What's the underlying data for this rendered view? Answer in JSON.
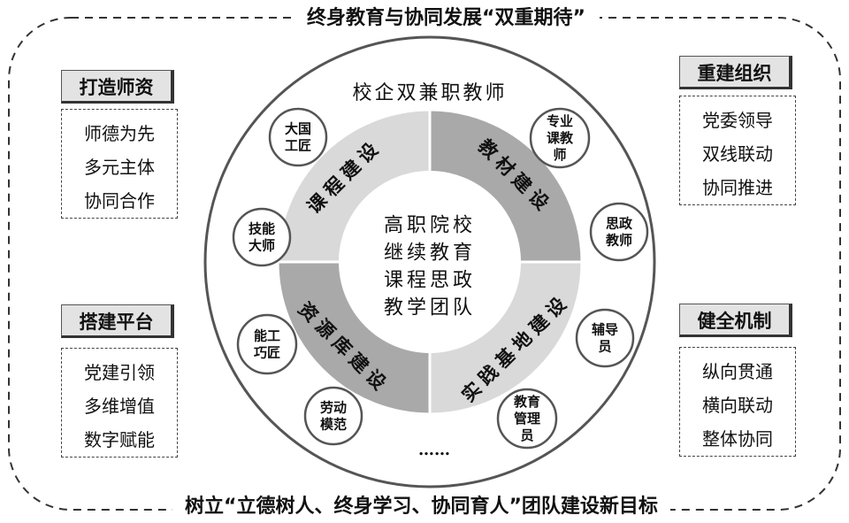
{
  "title_top": "终身教育与协同发展“双重期待”",
  "title_bottom": "树立“立德树人、终身学习、协同育人”团队建设新目标",
  "left_top": {
    "header": "打造师资",
    "items": [
      "师德为先",
      "多元主体",
      "协同合作"
    ]
  },
  "left_bottom": {
    "header": "搭建平台",
    "items": [
      "党建引领",
      "多维增值",
      "数字赋能"
    ]
  },
  "right_top": {
    "header": "重建组织",
    "items": [
      "党委领导",
      "双线联动",
      "协同推进"
    ]
  },
  "right_bottom": {
    "header": "健全机制",
    "items": [
      "纵向贯通",
      "横向联动",
      "整体协同"
    ]
  },
  "outer_ring_title": "校企双兼职教师",
  "outer_ring_ellipsis": "……",
  "teacher_types": [
    {
      "lines": [
        "大国",
        "工匠"
      ]
    },
    {
      "lines": [
        "技能",
        "大师"
      ]
    },
    {
      "lines": [
        "能工",
        "巧匠"
      ]
    },
    {
      "lines": [
        "劳动",
        "模范"
      ]
    },
    {
      "lines": [
        "专业",
        "课教",
        "师"
      ]
    },
    {
      "lines": [
        "思政",
        "教师"
      ]
    },
    {
      "lines": [
        "辅导",
        "员"
      ]
    },
    {
      "lines": [
        "教育",
        "管理",
        "员"
      ]
    }
  ],
  "quadrants": [
    {
      "label": "课程建设",
      "fill": "#d9d9d9"
    },
    {
      "label": "教材建设",
      "fill": "#a9a9a9"
    },
    {
      "label": "实践基地建设",
      "fill": "#d9d9d9"
    },
    {
      "label": "资源库建设",
      "fill": "#a9a9a9"
    }
  ],
  "center_lines": [
    "高职院校",
    "继续教育",
    "课程思政",
    "教学团队"
  ]
}
